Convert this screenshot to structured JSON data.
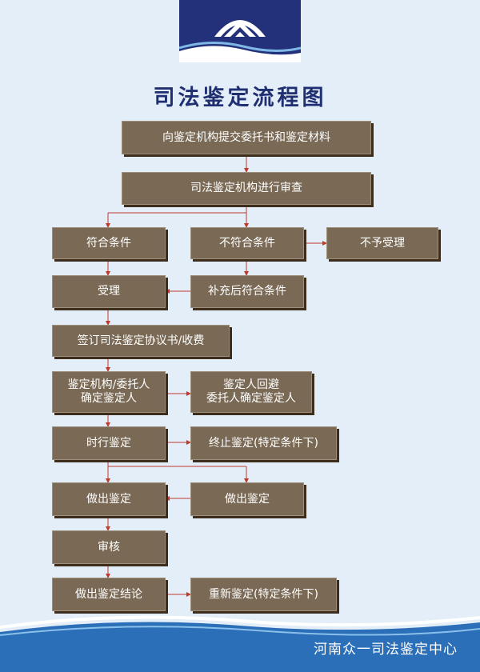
{
  "title": "司法鉴定流程图",
  "footer": "河南众一司法鉴定中心",
  "steps": {
    "submit": "向鉴定机构提交委托书和鉴定材料",
    "review": "司法鉴定机构进行审查",
    "qualified": "符合条件",
    "unqualified": "不符合条件",
    "reject": "不予受理",
    "accept": "受理",
    "supplement": "补充后符合条件",
    "agreement": "签订司法鉴定协议书/收费",
    "determine_line1": "鉴定机构/委托人",
    "determine_line2": "确定鉴定人",
    "recuse_line1": "鉴定人回避",
    "recuse_line2": "委托人确定鉴定人",
    "execute": "时行鉴定",
    "terminate": "终止鉴定(特定条件下)",
    "make1": "做出鉴定",
    "make2": "做出鉴定",
    "audit": "审核",
    "conclude": "做出鉴定结论",
    "redo": "重新鉴定(特定条件下)"
  }
}
